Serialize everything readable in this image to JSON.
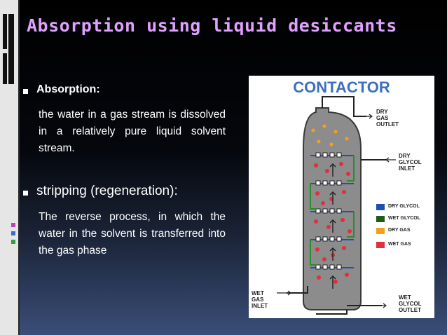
{
  "slide": {
    "title": "Absorption using liquid desiccants",
    "bullets": [
      {
        "heading": "Absorption:",
        "text": "the water in a gas stream is dissolved in a relatively pure liquid solvent stream."
      },
      {
        "heading": "stripping (regeneration):",
        "text": "The reverse process, in which the water in the solvent is transferred into the gas phase"
      }
    ]
  },
  "figure": {
    "title": "CONTACTOR",
    "labels": {
      "dry_gas_outlet": "DRY\nGAS\nOUTLET",
      "dry_glycol_inlet": "DRY\nGLYCOL\nINLET",
      "wet_gas_inlet": "WET\nGAS\nINLET",
      "wet_glycol_outlet": "WET\nGLYCOL\nOUTLET"
    },
    "legend": [
      {
        "label": "DRY GLYCOL",
        "color": "#1f4fb5"
      },
      {
        "label": "WET GLYCOL",
        "color": "#1d5c1d"
      },
      {
        "label": "DRY GAS",
        "color": "#f2a21a"
      },
      {
        "label": "WET GAS",
        "color": "#e0303a"
      }
    ],
    "colors": {
      "vessel": "#8c8c8c",
      "dry_glycol": "#1f4fb5",
      "wet_glycol": "#2c8c2c",
      "dry_gas": "#f2a21a",
      "wet_gas": "#e0303a"
    }
  }
}
